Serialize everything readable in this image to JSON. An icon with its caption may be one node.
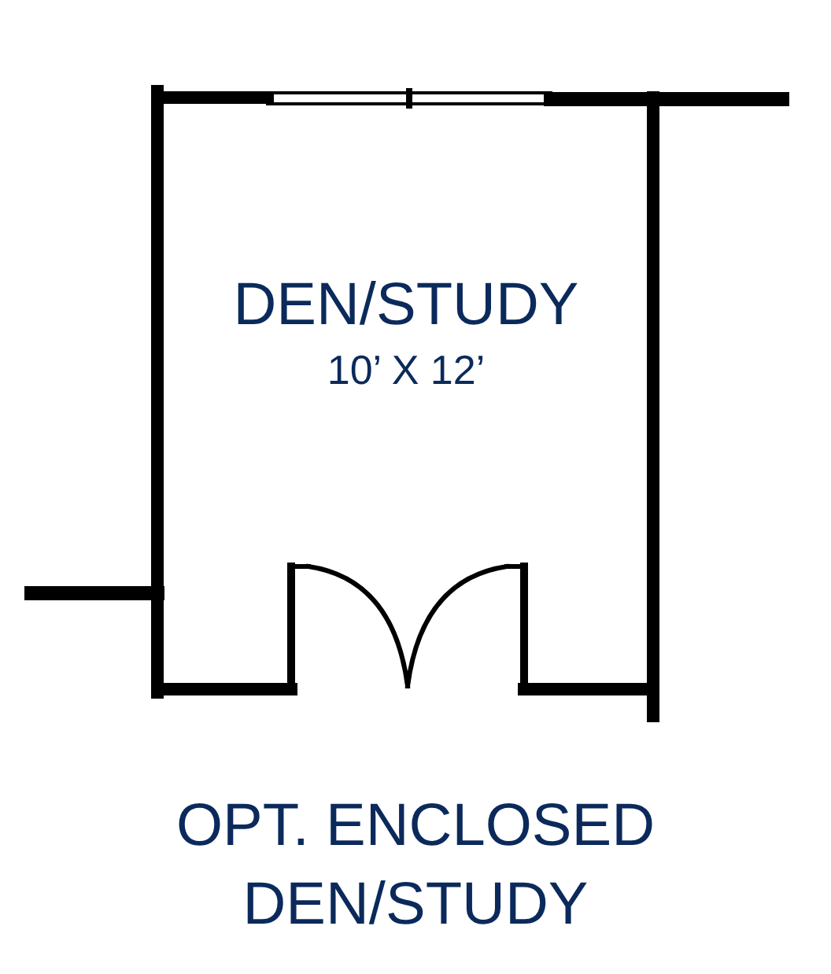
{
  "diagram": {
    "caption": "OPT. ENCLOSED DEN/STUDY",
    "nodes": [
      {
        "text": [
          "DEN/STUDY",
          "10’ X 12’"
        ]
      }
    ]
  }
}
